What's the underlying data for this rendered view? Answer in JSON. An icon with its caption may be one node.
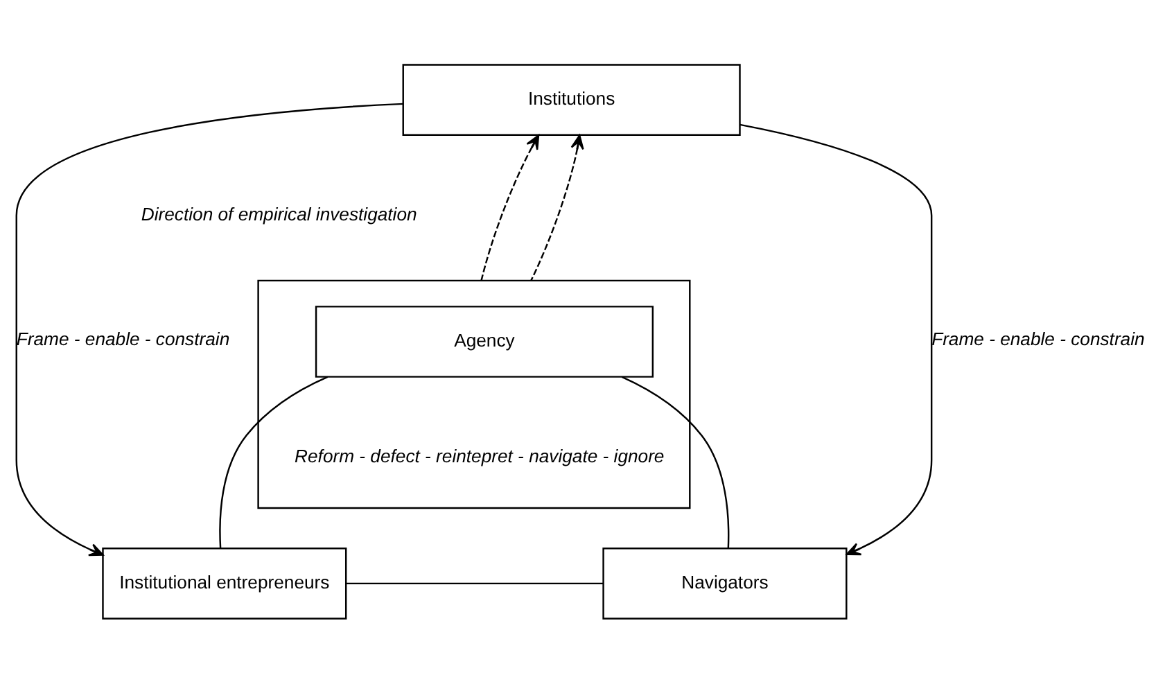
{
  "diagram": {
    "nodes": [
      {
        "text": [
          "Institutions"
        ]
      },
      {
        "text": [],
        "shape": "box"
      },
      {
        "text": [
          "Agency"
        ],
        "in": 1
      },
      {
        "text": [
          "Institutional entrepreneurs"
        ]
      },
      {
        "text": [
          "Navigators"
        ]
      }
    ],
    "edges": [
      {
        "from": 0,
        "to": 3,
        "arrow": "to",
        "label": "Frame - enable - constrain"
      },
      {
        "from": 0,
        "to": 4,
        "arrow": "to",
        "label": "Frame - enable - constrain"
      },
      {
        "from": 1,
        "to": 0,
        "arrow": "to",
        "style": "dashed"
      },
      {
        "from": 1,
        "to": 0,
        "arrow": "to",
        "style": "dashed"
      },
      {
        "from": 2,
        "to": 3,
        "arrow": "none"
      },
      {
        "from": 2,
        "to": 4,
        "arrow": "none"
      },
      {
        "from": 3,
        "to": 4,
        "arrow": "none"
      }
    ],
    "labels": [
      "Direction of empirical investigation",
      "Reform - defect - reintepret - navigate - ignore"
    ]
  }
}
